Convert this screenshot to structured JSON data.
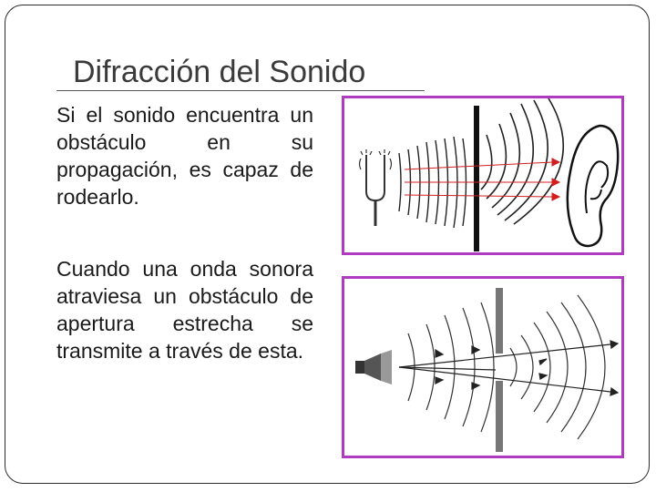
{
  "slide": {
    "title": "Difracción del Sonido",
    "paragraphs": [
      "Si el sonido encuentra un obstáculo en su propagación, es capaz de rodearlo.",
      "Cuando una onda sonora atraviesa un obstáculo de apertura estrecha se transmite a través de esta."
    ]
  },
  "colors": {
    "figure_border": "#b03bc0",
    "arrow_red": "#d02020",
    "ink": "#1a1a1a"
  },
  "figures": [
    {
      "icons": [
        "tuning-fork-icon",
        "barrier-icon",
        "ear-icon"
      ]
    },
    {
      "icons": [
        "loudspeaker-icon",
        "slit-barrier-icon"
      ]
    }
  ]
}
